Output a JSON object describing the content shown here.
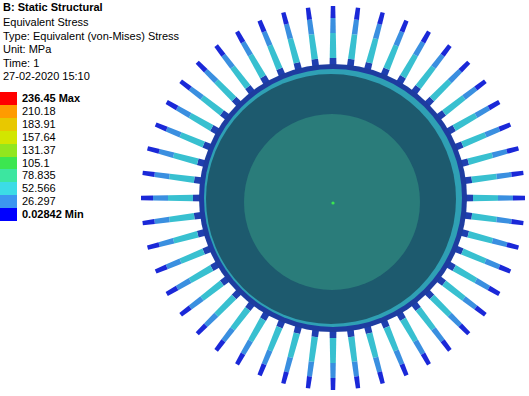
{
  "diagram": {
    "title": "B: Static Structural",
    "labels": [
      "Equivalent Stress",
      "Type: Equivalent (von-Mises) Stress",
      "Unit: MPa",
      "Time: 1",
      "27-02-2020 15:10"
    ],
    "legend": [
      {
        "text": "236.45 Max",
        "color": "#ff0000"
      },
      {
        "text": "210.18",
        "color": "#ff9b00"
      },
      {
        "text": "183.91",
        "color": "#e8c800"
      },
      {
        "text": "157.64",
        "color": "#d2e600"
      },
      {
        "text": "131.37",
        "color": "#92e61e"
      },
      {
        "text": "105.1",
        "color": "#3ce650"
      },
      {
        "text": "78.835",
        "color": "#3ce6a0"
      },
      {
        "text": "52.566",
        "color": "#3cdce6"
      },
      {
        "text": "26.297",
        "color": "#3c96f0"
      },
      {
        "text": "0.02842 Min",
        "color": "#0000ff"
      }
    ]
  }
}
